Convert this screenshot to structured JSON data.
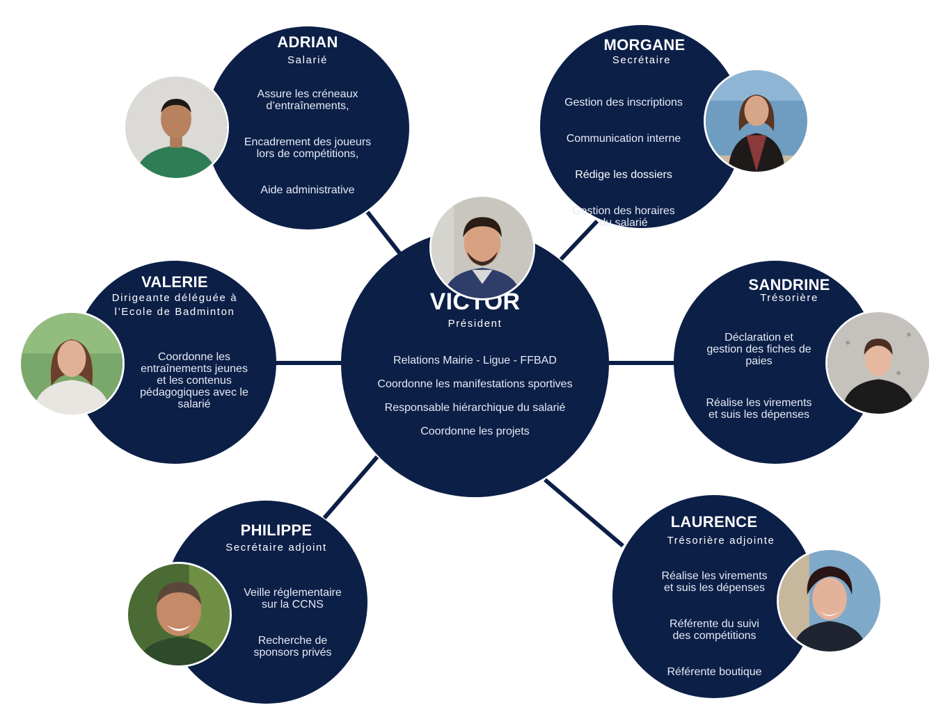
{
  "colors": {
    "circle": "#0c1f47",
    "connector": "#0c1f47",
    "text": "#ffffff"
  },
  "center": {
    "name": "VICTOR",
    "role": "Président",
    "duties": [
      "Relations Mairie - Ligue - FFBAD",
      "Coordonne les manifestations sportives",
      "Responsable hiérarchique du salarié",
      "Coordonne les projets"
    ]
  },
  "adrian": {
    "name": "ADRIAN",
    "role": "Salarié",
    "duties": [
      "Assure les créneaux\nd’entraînements,",
      "Encadrement des joueurs\nlors de compétitions,",
      "Aide administrative"
    ]
  },
  "morgane": {
    "name": "MORGANE",
    "role": "Secrétaire",
    "duties": [
      "Gestion des inscriptions",
      "Communication interne",
      "Rédige les dossiers",
      "Gestion des horaires\ndu salarié"
    ]
  },
  "valerie": {
    "name": "VALERIE",
    "role": "Dirigeante déléguée à\nl’Ecole de Badminton",
    "duties": [
      "Coordonne les\nentraînements jeunes\net les contenus\npédagogiques avec le\nsalarié"
    ]
  },
  "sandrine": {
    "name": "SANDRINE",
    "role": "Trésorière",
    "duties": [
      "Déclaration et\ngestion des fiches de\npaies",
      "Réalise les virements\net suis les dépenses"
    ]
  },
  "philippe": {
    "name": "PHILIPPE",
    "role": "Secrétaire adjoint",
    "duties": [
      "Veille réglementaire\nsur la CCNS",
      "Recherche de\nsponsors privés"
    ]
  },
  "laurence": {
    "name": "LAURENCE",
    "role": "Trésorière adjointe",
    "duties": [
      "Réalise les virements\net suis les dépenses",
      "Référente du suivi\ndes compétitions",
      "Référente boutique"
    ]
  }
}
